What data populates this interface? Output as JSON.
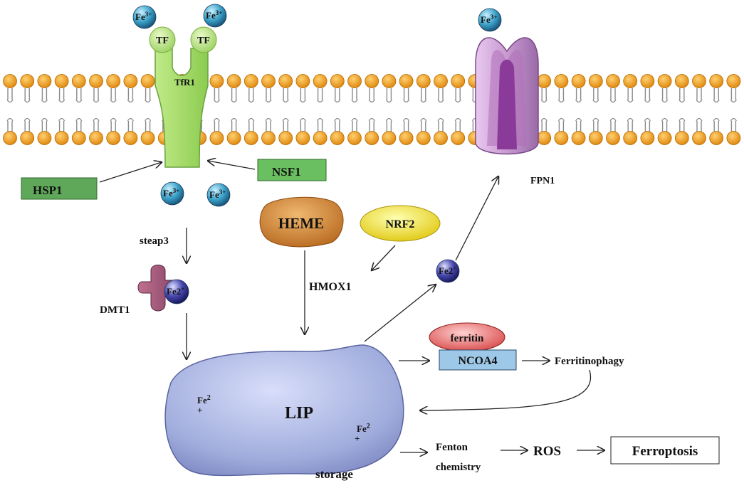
{
  "ions": {
    "fe3": "Fe",
    "fe3_sup": "3+",
    "fe2": "Fe2",
    "fe2_plus": "+",
    "lip_fe": "Fe",
    "lip_fe_sup": "2",
    "lip_fe_plus": "+"
  },
  "labels": {
    "tf": "TF",
    "tfr1": "TfR1",
    "fpn1": "FPN1",
    "hsp1": "HSP1",
    "nsf1": "NSF1",
    "steap3": "steap3",
    "dmt1": "DMT1",
    "heme": "HEME",
    "nrf2": "NRF2",
    "hmox1": "HMOX1",
    "ferritin": "ferritin",
    "ncoa4": "NCOA4",
    "ferritinophagy": "Ferritinophagy",
    "lip": "LIP",
    "storage": "storage",
    "fenton_line1": "Fenton",
    "fenton_line2": "chemistry",
    "ros": "ROS",
    "ferroptosis": "Ferroptosis"
  },
  "colors": {
    "lipid_head": "#f0a21f",
    "tfr1": "#a8d86a",
    "tf": "#c8e88a",
    "fpn1": "#c89ad0",
    "fe3_ion": "#3aa0c8",
    "fe2_ion": "#3a3aa0",
    "hsp_nsf_box": "#5fa85a",
    "heme": "#d08a3a",
    "nrf2": "#f0e030",
    "ferritin": "#e86a6a",
    "ncoa4": "#9ec8e8",
    "dmt1": "#a05070",
    "lip": "#a8b4e0"
  }
}
